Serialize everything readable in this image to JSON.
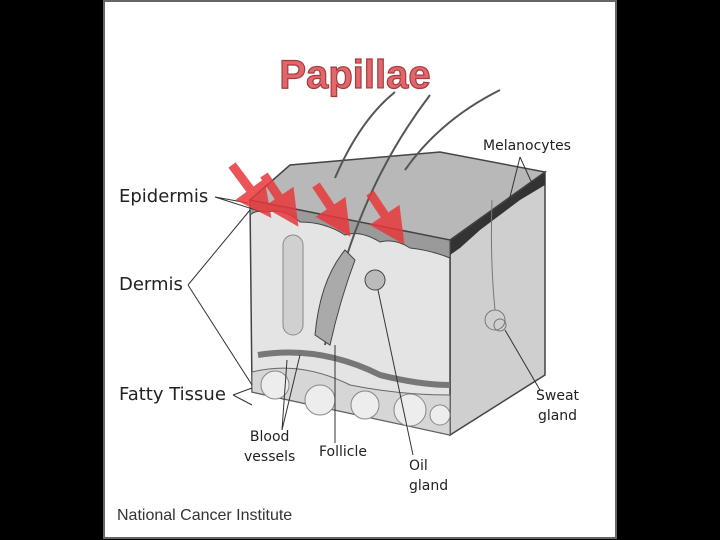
{
  "title": "Papillae",
  "labels": {
    "epidermis": "Epidermis",
    "dermis": "Dermis",
    "fatty_tissue": "Fatty Tissue",
    "melanocytes": "Melanocytes",
    "sweat_gland": [
      "Sweat",
      "gland"
    ],
    "blood_vessels": [
      "Blood",
      "vessels"
    ],
    "follicle": "Follicle",
    "oil_gland": [
      "Oil",
      "gland"
    ]
  },
  "credit": "National Cancer Institute",
  "colors": {
    "arrow": "#e8383c",
    "title_fill": "#e0676b",
    "title_stroke": "#a83a3d"
  }
}
